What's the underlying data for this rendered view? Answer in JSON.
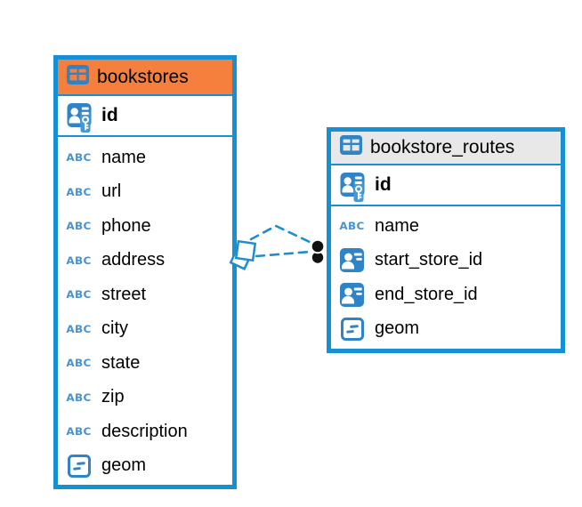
{
  "icons": {
    "text_glyph": "ABC",
    "table_icon": "table-grid",
    "primary_key_icon": "person-card-with-key",
    "foreign_key_icon": "person-card",
    "geometry_icon": "square-with-line"
  },
  "colors": {
    "table_border": "#1590d3",
    "bookstores_header": "#f5803d",
    "bookstore_routes_header": "#e8e8e8",
    "icon_blue": "#2e84c6",
    "abc_blue": "#4793cf",
    "connector_line": "#1f8dce",
    "connector_dot": "#111111",
    "text": "#000000"
  },
  "tables": [
    {
      "name": "bookstores",
      "header_color": "#f5803d",
      "columns": [
        {
          "name": "id",
          "type_icon": "primary-key"
        },
        {
          "name": "name",
          "type_icon": "text"
        },
        {
          "name": "url",
          "type_icon": "text"
        },
        {
          "name": "phone",
          "type_icon": "text"
        },
        {
          "name": "address",
          "type_icon": "text"
        },
        {
          "name": "street",
          "type_icon": "text"
        },
        {
          "name": "city",
          "type_icon": "text"
        },
        {
          "name": "state",
          "type_icon": "text"
        },
        {
          "name": "zip",
          "type_icon": "text"
        },
        {
          "name": "description",
          "type_icon": "text"
        },
        {
          "name": "geom",
          "type_icon": "geometry"
        }
      ]
    },
    {
      "name": "bookstore_routes",
      "header_color": "#e8e8e8",
      "columns": [
        {
          "name": "id",
          "type_icon": "primary-key"
        },
        {
          "name": "name",
          "type_icon": "text"
        },
        {
          "name": "start_store_id",
          "type_icon": "foreign-key"
        },
        {
          "name": "end_store_id",
          "type_icon": "foreign-key"
        },
        {
          "name": "geom",
          "type_icon": "geometry"
        }
      ]
    }
  ],
  "relationship": {
    "source_table": "bookstores",
    "target_table": "bookstore_routes",
    "line_style": "dashed",
    "line_count": 2,
    "target_marker": "two black dots",
    "source_marker": "stacked squares handle"
  }
}
